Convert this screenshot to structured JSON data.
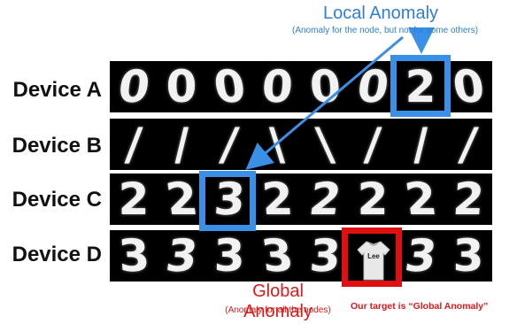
{
  "annotations": {
    "local_title": "Local Anomaly",
    "local_subtitle": "(Anomaly for the node, but not for some others)",
    "global_title": "Global Anomaly",
    "global_subtitle": "(Anomaly for all the nodes)",
    "target_note": "Our target is “Global Anomaly”"
  },
  "devices": [
    {
      "label": "Device A",
      "digits": [
        "0",
        "0",
        "0",
        "0",
        "0",
        "0",
        "2",
        "0"
      ],
      "highlight_index": 6,
      "highlight_color": "#3a8fe6"
    },
    {
      "label": "Device B",
      "digits": [
        "/",
        "/",
        "/",
        "\\",
        "\\",
        "/",
        "/",
        "/"
      ],
      "highlight_index": null
    },
    {
      "label": "Device C",
      "digits": [
        "2",
        "2",
        "3",
        "2",
        "2",
        "2",
        "2",
        "2"
      ],
      "highlight_index": 2,
      "highlight_color": "#3a8fe6"
    },
    {
      "label": "Device D",
      "digits": [
        "3",
        "3",
        "3",
        "3",
        "3",
        "",
        "3",
        "3"
      ],
      "highlight_index": 5,
      "highlight_color": "#e01010",
      "anomaly_image_label": "Lee"
    }
  ],
  "colors": {
    "local": "#3a8fe6",
    "global": "#e01010"
  },
  "icons": {
    "arrow_local": "arrow-down-left-icon",
    "arrow_title": "arrow-down-icon",
    "anomaly_image": "shirt-icon"
  }
}
